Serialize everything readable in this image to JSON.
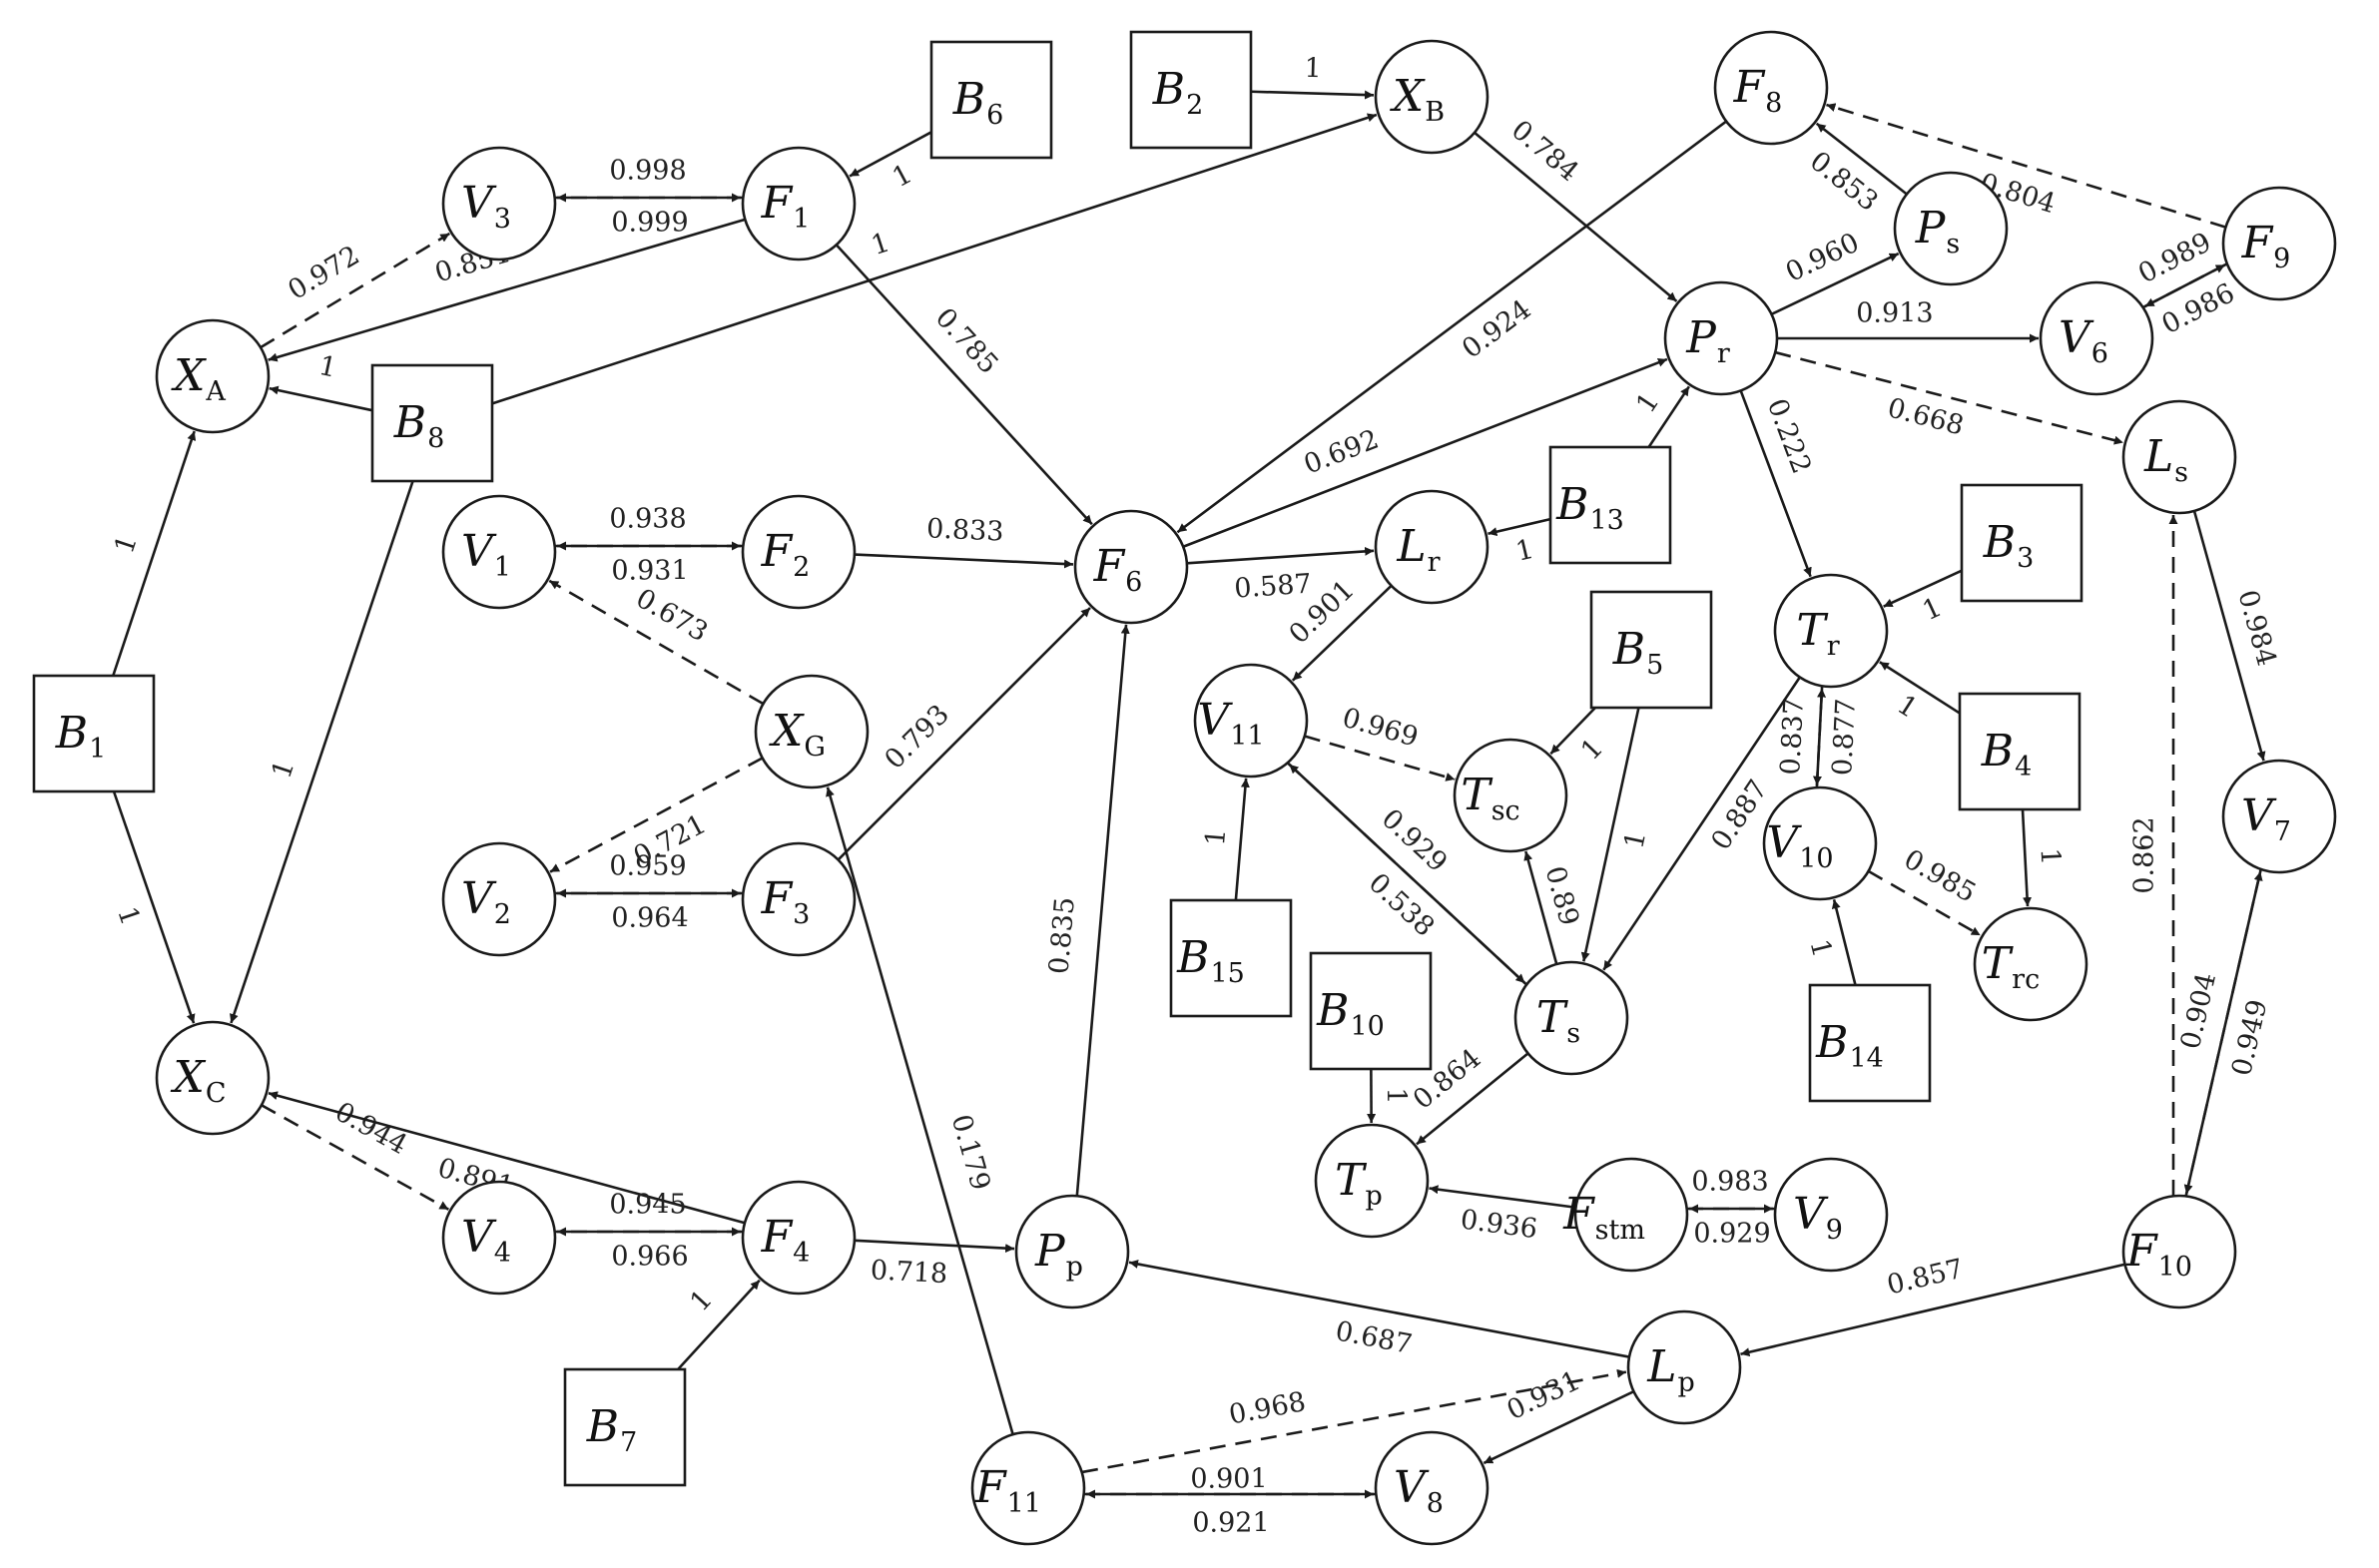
{
  "nodes": {
    "XA": {
      "main": "X",
      "sub": "A",
      "shape": "circle"
    },
    "XB": {
      "main": "X",
      "sub": "B",
      "shape": "circle"
    },
    "XC": {
      "main": "X",
      "sub": "C",
      "shape": "circle"
    },
    "XG": {
      "main": "X",
      "sub": "G",
      "shape": "circle"
    },
    "V1": {
      "main": "V",
      "sub": "1",
      "shape": "circle"
    },
    "V2": {
      "main": "V",
      "sub": "2",
      "shape": "circle"
    },
    "V3": {
      "main": "V",
      "sub": "3",
      "shape": "circle"
    },
    "V4": {
      "main": "V",
      "sub": "4",
      "shape": "circle"
    },
    "V6": {
      "main": "V",
      "sub": "6",
      "shape": "circle"
    },
    "V7": {
      "main": "V",
      "sub": "7",
      "shape": "circle"
    },
    "V8": {
      "main": "V",
      "sub": "8",
      "shape": "circle"
    },
    "V9": {
      "main": "V",
      "sub": "9",
      "shape": "circle"
    },
    "V10": {
      "main": "V",
      "sub": "10",
      "shape": "circle"
    },
    "V11": {
      "main": "V",
      "sub": "11",
      "shape": "circle"
    },
    "F1": {
      "main": "F",
      "sub": "1",
      "shape": "circle"
    },
    "F2": {
      "main": "F",
      "sub": "2",
      "shape": "circle"
    },
    "F3": {
      "main": "F",
      "sub": "3",
      "shape": "circle"
    },
    "F4": {
      "main": "F",
      "sub": "4",
      "shape": "circle"
    },
    "F6": {
      "main": "F",
      "sub": "6",
      "shape": "circle"
    },
    "F8": {
      "main": "F",
      "sub": "8",
      "shape": "circle"
    },
    "F9": {
      "main": "F",
      "sub": "9",
      "shape": "circle"
    },
    "F10": {
      "main": "F",
      "sub": "10",
      "shape": "circle"
    },
    "F11": {
      "main": "F",
      "sub": "11",
      "shape": "circle"
    },
    "Fstm": {
      "main": "F",
      "sub": "stm",
      "shape": "circle"
    },
    "Ps": {
      "main": "P",
      "sub": "s",
      "shape": "circle"
    },
    "Pr": {
      "main": "P",
      "sub": "r",
      "shape": "circle"
    },
    "Pp": {
      "main": "P",
      "sub": "p",
      "shape": "circle"
    },
    "Lr": {
      "main": "L",
      "sub": "r",
      "shape": "circle"
    },
    "Ls": {
      "main": "L",
      "sub": "s",
      "shape": "circle"
    },
    "Lp": {
      "main": "L",
      "sub": "p",
      "shape": "circle"
    },
    "Tr": {
      "main": "T",
      "sub": "r",
      "shape": "circle"
    },
    "Tsc": {
      "main": "T",
      "sub": "sc",
      "shape": "circle"
    },
    "Ts": {
      "main": "T",
      "sub": "s",
      "shape": "circle"
    },
    "Tp": {
      "main": "T",
      "sub": "p",
      "shape": "circle"
    },
    "Trc": {
      "main": "T",
      "sub": "rc",
      "shape": "circle"
    },
    "B1": {
      "main": "B",
      "sub": "1",
      "shape": "box"
    },
    "B2": {
      "main": "B",
      "sub": "2",
      "shape": "box"
    },
    "B3": {
      "main": "B",
      "sub": "3",
      "shape": "box"
    },
    "B4": {
      "main": "B",
      "sub": "4",
      "shape": "box"
    },
    "B5": {
      "main": "B",
      "sub": "5",
      "shape": "box"
    },
    "B6": {
      "main": "B",
      "sub": "6",
      "shape": "box"
    },
    "B7": {
      "main": "B",
      "sub": "7",
      "shape": "box"
    },
    "B8": {
      "main": "B",
      "sub": "8",
      "shape": "box"
    },
    "B10": {
      "main": "B",
      "sub": "10",
      "shape": "box"
    },
    "B13": {
      "main": "B",
      "sub": "13",
      "shape": "box"
    },
    "B14": {
      "main": "B",
      "sub": "14",
      "shape": "box"
    },
    "B15": {
      "main": "B",
      "sub": "15",
      "shape": "box"
    }
  },
  "edges": [
    {
      "from": "B1",
      "to": "XA",
      "weight": "1",
      "style": "solid"
    },
    {
      "from": "B1",
      "to": "XC",
      "weight": "1",
      "style": "solid"
    },
    {
      "from": "XA",
      "to": "V3",
      "weight": "0.972",
      "style": "dashed"
    },
    {
      "from": "V3",
      "to": "F1",
      "weight": "0.998",
      "style": "solid"
    },
    {
      "from": "F1",
      "to": "V3",
      "weight": "0.999",
      "style": "dashed"
    },
    {
      "from": "F1",
      "to": "XA",
      "weight": "0.851",
      "style": "solid"
    },
    {
      "from": "B6",
      "to": "F1",
      "weight": "1",
      "style": "solid"
    },
    {
      "from": "B8",
      "to": "XA",
      "weight": "1",
      "style": "solid"
    },
    {
      "from": "B8",
      "to": "XB",
      "weight": "1",
      "style": "solid"
    },
    {
      "from": "B8",
      "to": "XC",
      "weight": "1",
      "style": "solid"
    },
    {
      "from": "B2",
      "to": "XB",
      "weight": "1",
      "style": "solid"
    },
    {
      "from": "XB",
      "to": "Pr",
      "weight": "0.784",
      "style": "solid"
    },
    {
      "from": "F1",
      "to": "F6",
      "weight": "0.785",
      "style": "solid"
    },
    {
      "from": "V1",
      "to": "F2",
      "weight": "0.938",
      "style": "solid"
    },
    {
      "from": "F2",
      "to": "V1",
      "weight": "0.931",
      "style": "dashed"
    },
    {
      "from": "F2",
      "to": "F6",
      "weight": "0.833",
      "style": "solid"
    },
    {
      "from": "XG",
      "to": "V1",
      "weight": "0.673",
      "style": "dashed"
    },
    {
      "from": "XG",
      "to": "V2",
      "weight": "0.721",
      "style": "dashed"
    },
    {
      "from": "V2",
      "to": "F3",
      "weight": "0.959",
      "style": "solid"
    },
    {
      "from": "F3",
      "to": "V2",
      "weight": "0.964",
      "style": "dashed"
    },
    {
      "from": "F3",
      "to": "F6",
      "weight": "0.793",
      "style": "solid"
    },
    {
      "from": "F8",
      "to": "F6",
      "weight": "0.924",
      "style": "solid"
    },
    {
      "from": "F6",
      "to": "Pr",
      "weight": "0.692",
      "style": "solid"
    },
    {
      "from": "F6",
      "to": "Lr",
      "weight": "0.587",
      "style": "solid"
    },
    {
      "from": "Pp",
      "to": "F6",
      "weight": "0.835",
      "style": "solid"
    },
    {
      "from": "F11",
      "to": "XG",
      "weight": "0.179",
      "style": "solid"
    },
    {
      "from": "XC",
      "to": "V4",
      "weight": "0.944",
      "style": "dashed"
    },
    {
      "from": "F4",
      "to": "XC",
      "weight": "0.891",
      "style": "solid"
    },
    {
      "from": "V4",
      "to": "F4",
      "weight": "0.945",
      "style": "solid"
    },
    {
      "from": "F4",
      "to": "V4",
      "weight": "0.966",
      "style": "dashed"
    },
    {
      "from": "B7",
      "to": "F4",
      "weight": "1",
      "style": "solid"
    },
    {
      "from": "F4",
      "to": "Pp",
      "weight": "0.718",
      "style": "solid"
    },
    {
      "from": "Lp",
      "to": "Pp",
      "weight": "0.687",
      "style": "solid"
    },
    {
      "from": "F11",
      "to": "Lp",
      "weight": "0.968",
      "style": "dashed"
    },
    {
      "from": "F11",
      "to": "V8",
      "weight": "0.901",
      "style": "dashed"
    },
    {
      "from": "V8",
      "to": "F11",
      "weight": "0.921",
      "style": "solid"
    },
    {
      "from": "Lp",
      "to": "V8",
      "weight": "0.931",
      "style": "solid"
    },
    {
      "from": "F10",
      "to": "Lp",
      "weight": "0.857",
      "style": "solid"
    },
    {
      "from": "Ps",
      "to": "F8",
      "weight": "0.853",
      "style": "solid"
    },
    {
      "from": "F9",
      "to": "F8",
      "weight": "0.804",
      "style": "dashed"
    },
    {
      "from": "Pr",
      "to": "Ps",
      "weight": "0.960",
      "style": "solid"
    },
    {
      "from": "Pr",
      "to": "V6",
      "weight": "0.913",
      "style": "solid"
    },
    {
      "from": "V6",
      "to": "F9",
      "weight": "0.989",
      "style": "solid"
    },
    {
      "from": "F9",
      "to": "V6",
      "weight": "0.986",
      "style": "dashed"
    },
    {
      "from": "Pr",
      "to": "Ls",
      "weight": "0.668",
      "style": "dashed"
    },
    {
      "from": "Pr",
      "to": "Tr",
      "weight": "0.222",
      "style": "solid"
    },
    {
      "from": "B13",
      "to": "Pr",
      "weight": "1",
      "style": "solid"
    },
    {
      "from": "B13",
      "to": "Lr",
      "weight": "1",
      "style": "solid"
    },
    {
      "from": "Lr",
      "to": "V11",
      "weight": "0.901",
      "style": "solid"
    },
    {
      "from": "B3",
      "to": "Tr",
      "weight": "1",
      "style": "solid"
    },
    {
      "from": "B4",
      "to": "Tr",
      "weight": "1",
      "style": "solid"
    },
    {
      "from": "B4",
      "to": "Trc",
      "weight": "1",
      "style": "solid"
    },
    {
      "from": "V10",
      "to": "Tr",
      "weight": "0.837",
      "style": "dashed"
    },
    {
      "from": "Tr",
      "to": "V10",
      "weight": "0.877",
      "style": "solid"
    },
    {
      "from": "V10",
      "to": "Trc",
      "weight": "0.985",
      "style": "dashed"
    },
    {
      "from": "B14",
      "to": "V10",
      "weight": "1",
      "style": "solid"
    },
    {
      "from": "Tr",
      "to": "Ts",
      "weight": "0.887",
      "style": "solid"
    },
    {
      "from": "B5",
      "to": "Tsc",
      "weight": "1",
      "style": "solid"
    },
    {
      "from": "B5",
      "to": "Ts",
      "weight": "1",
      "style": "solid"
    },
    {
      "from": "V11",
      "to": "Tsc",
      "weight": "0.969",
      "style": "dashed"
    },
    {
      "from": "Ts",
      "to": "V11",
      "weight": "0.538",
      "style": "solid"
    },
    {
      "from": "V11",
      "to": "Ts",
      "weight": "0.929",
      "style": "dashed"
    },
    {
      "from": "Ts",
      "to": "Tsc",
      "weight": "0.89",
      "style": "solid"
    },
    {
      "from": "B15",
      "to": "V11",
      "weight": "1",
      "style": "solid"
    },
    {
      "from": "B10",
      "to": "Tp",
      "weight": "1",
      "style": "solid"
    },
    {
      "from": "Ts",
      "to": "Tp",
      "weight": "0.864",
      "style": "solid"
    },
    {
      "from": "Fstm",
      "to": "Tp",
      "weight": "0.936",
      "style": "solid"
    },
    {
      "from": "Fstm",
      "to": "V9",
      "weight": "0.983",
      "style": "dashed"
    },
    {
      "from": "V9",
      "to": "Fstm",
      "weight": "0.929",
      "style": "solid"
    },
    {
      "from": "Ls",
      "to": "V7",
      "weight": "0.984",
      "style": "solid"
    },
    {
      "from": "F10",
      "to": "Ls",
      "weight": "0.862",
      "style": "dashed"
    },
    {
      "from": "F10",
      "to": "V7",
      "weight": "0.904",
      "style": "dashed"
    },
    {
      "from": "V7",
      "to": "F10",
      "weight": "0.949",
      "style": "solid"
    }
  ]
}
